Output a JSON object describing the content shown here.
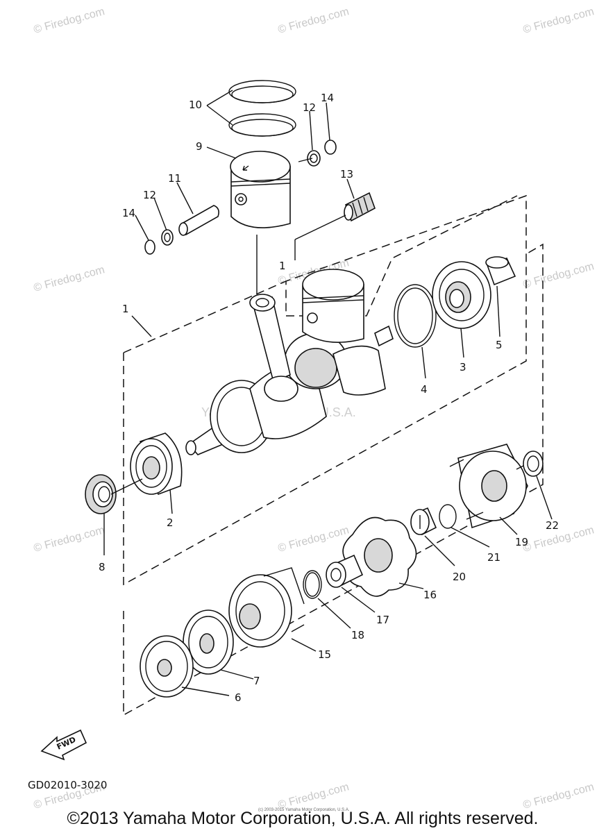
{
  "watermark": {
    "site_text": "© Firedog.com",
    "center_text": "Yamaha Motor Corp, U.S.A."
  },
  "callouts": {
    "n1": "1",
    "n2": "2",
    "n3": "3",
    "n4": "4",
    "n5": "5",
    "n6": "6",
    "n7": "7",
    "n8": "8",
    "n9": "9",
    "n10": "10",
    "n11": "11",
    "n12": "12",
    "n13": "13",
    "n14": "14",
    "n15": "15",
    "n16": "16",
    "n17": "17",
    "n18": "18",
    "n19": "19",
    "n20": "20",
    "n21": "21",
    "n22": "22"
  },
  "fwd_label": "FWD",
  "diagram_code": "GD02010-3020",
  "tiny_copyright": "(c) 2003-2015 Yamaha Motor Corporation, U.S.A.",
  "copyright": "©2013 Yamaha Motor Corporation, U.S.A. All rights reserved."
}
